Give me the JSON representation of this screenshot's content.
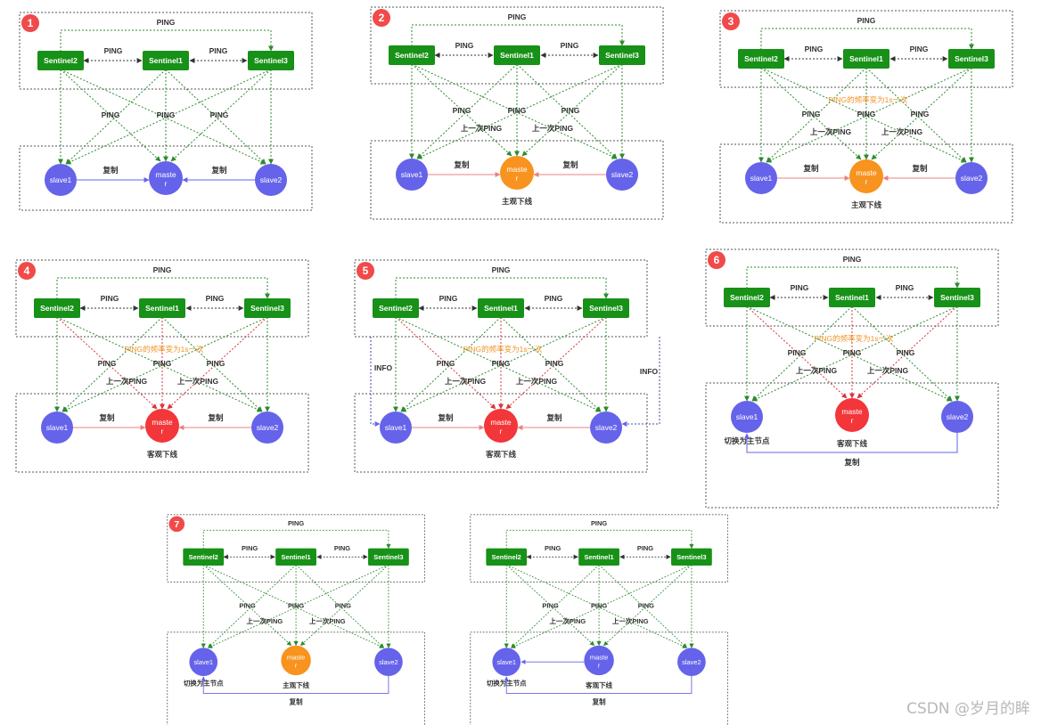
{
  "colors": {
    "sentinel": "#179117",
    "sentinel_text": "#ffffff",
    "slave": "#6563ea",
    "master_normal": "#6563ea",
    "master_subjective": "#f7931e",
    "master_objective": "#f2363a",
    "ping_green": "#2e8b2e",
    "ping_red": "#d9343b",
    "replicate_red": "#e98080",
    "replicate_blue": "#6563ea",
    "info_blue": "#4444aa",
    "orange_text": "#f0952a",
    "badge": "#f04a4a",
    "frame": "#555555"
  },
  "labels": {
    "sentinel1": "Sentinel1",
    "sentinel2": "Sentinel2",
    "sentinel3": "Sentinel3",
    "ping": "PING",
    "info": "INFO",
    "slave1": "slave1",
    "slave2": "slave2",
    "master": "maste r",
    "replicate": "复制",
    "last_ping": "上一次PING",
    "freq_change": "PING的频率变为1s一次",
    "subjective_down": "主观下线",
    "objective_down": "客观下线",
    "switch_master": "切换为主节点"
  },
  "panels": [
    {
      "badge": "1",
      "master_state": "normal",
      "note": "",
      "show_last_ping": false,
      "show_freq": false,
      "red_pings": false,
      "info": false,
      "promoted": false
    },
    {
      "badge": "2",
      "master_state": "subjective",
      "note": "主观下线",
      "show_last_ping": true,
      "show_freq": false,
      "red_pings": false,
      "info": false,
      "promoted": false
    },
    {
      "badge": "3",
      "master_state": "subjective",
      "note": "主观下线",
      "show_last_ping": true,
      "show_freq": true,
      "red_pings": false,
      "info": false,
      "promoted": false
    },
    {
      "badge": "4",
      "master_state": "objective",
      "note": "客观下线",
      "show_last_ping": true,
      "show_freq": true,
      "red_pings": true,
      "info": false,
      "promoted": false
    },
    {
      "badge": "5",
      "master_state": "objective",
      "note": "客观下线",
      "show_last_ping": true,
      "show_freq": true,
      "red_pings": true,
      "info": true,
      "promoted": false
    },
    {
      "badge": "6",
      "master_state": "objective",
      "note": "客观下线",
      "show_last_ping": true,
      "show_freq": true,
      "red_pings": true,
      "info": false,
      "promoted": true
    },
    {
      "badge": "7",
      "master_state": "subjective",
      "note": "主观下线",
      "show_last_ping": true,
      "show_freq": false,
      "red_pings": false,
      "info": false,
      "promoted": true
    },
    {
      "badge": "",
      "master_state": "normal",
      "note": "客观下线",
      "show_last_ping": true,
      "show_freq": false,
      "red_pings": false,
      "info": false,
      "promoted": true,
      "master_to_slave1": true
    }
  ],
  "watermark": "CSDN @岁月的眸"
}
